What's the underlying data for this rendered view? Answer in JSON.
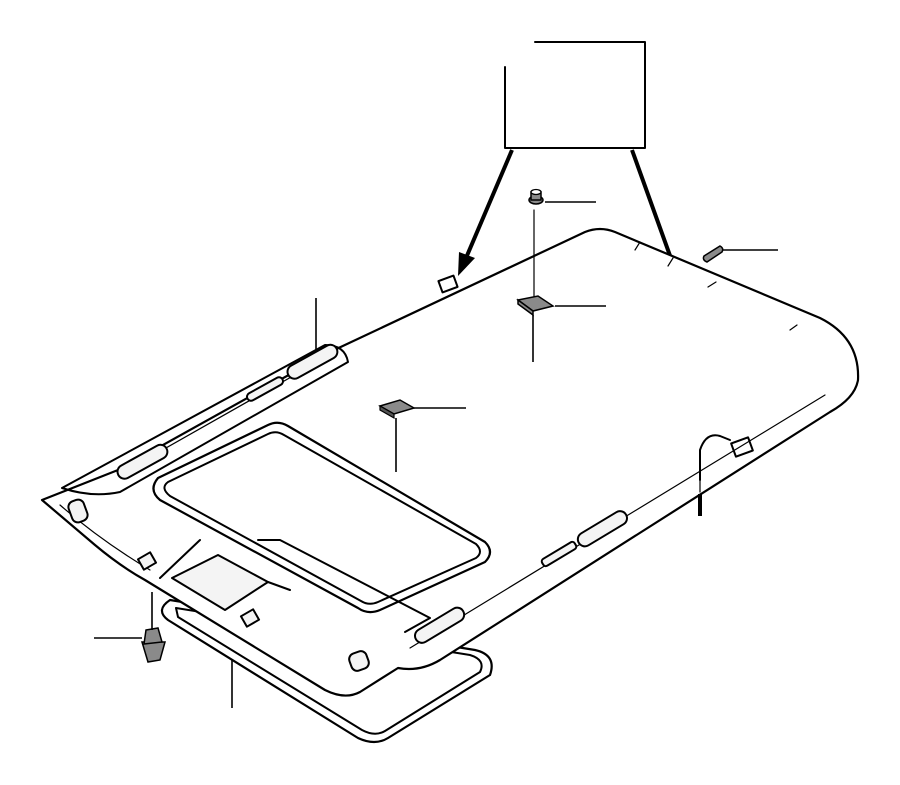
{
  "diagram": {
    "label_box_text": "",
    "colors": {
      "line": "#000000",
      "background": "#ffffff",
      "part_fill": "#8a8a8a"
    },
    "parts": [
      {
        "id": "headliner-panel",
        "icon": "headliner-panel-icon"
      },
      {
        "id": "sunroof-opening",
        "icon": "sunroof-opening-icon"
      },
      {
        "id": "sunroof-trim-frame",
        "icon": "sunroof-frame-icon"
      },
      {
        "id": "clip-top-center",
        "icon": "push-clip-icon"
      },
      {
        "id": "velcro-pad-upper",
        "icon": "velcro-pad-icon"
      },
      {
        "id": "velcro-pad-center",
        "icon": "velcro-pad-icon"
      },
      {
        "id": "fastener-right",
        "icon": "fastener-icon"
      },
      {
        "id": "clip-lower-left",
        "icon": "clip-icon"
      }
    ]
  }
}
